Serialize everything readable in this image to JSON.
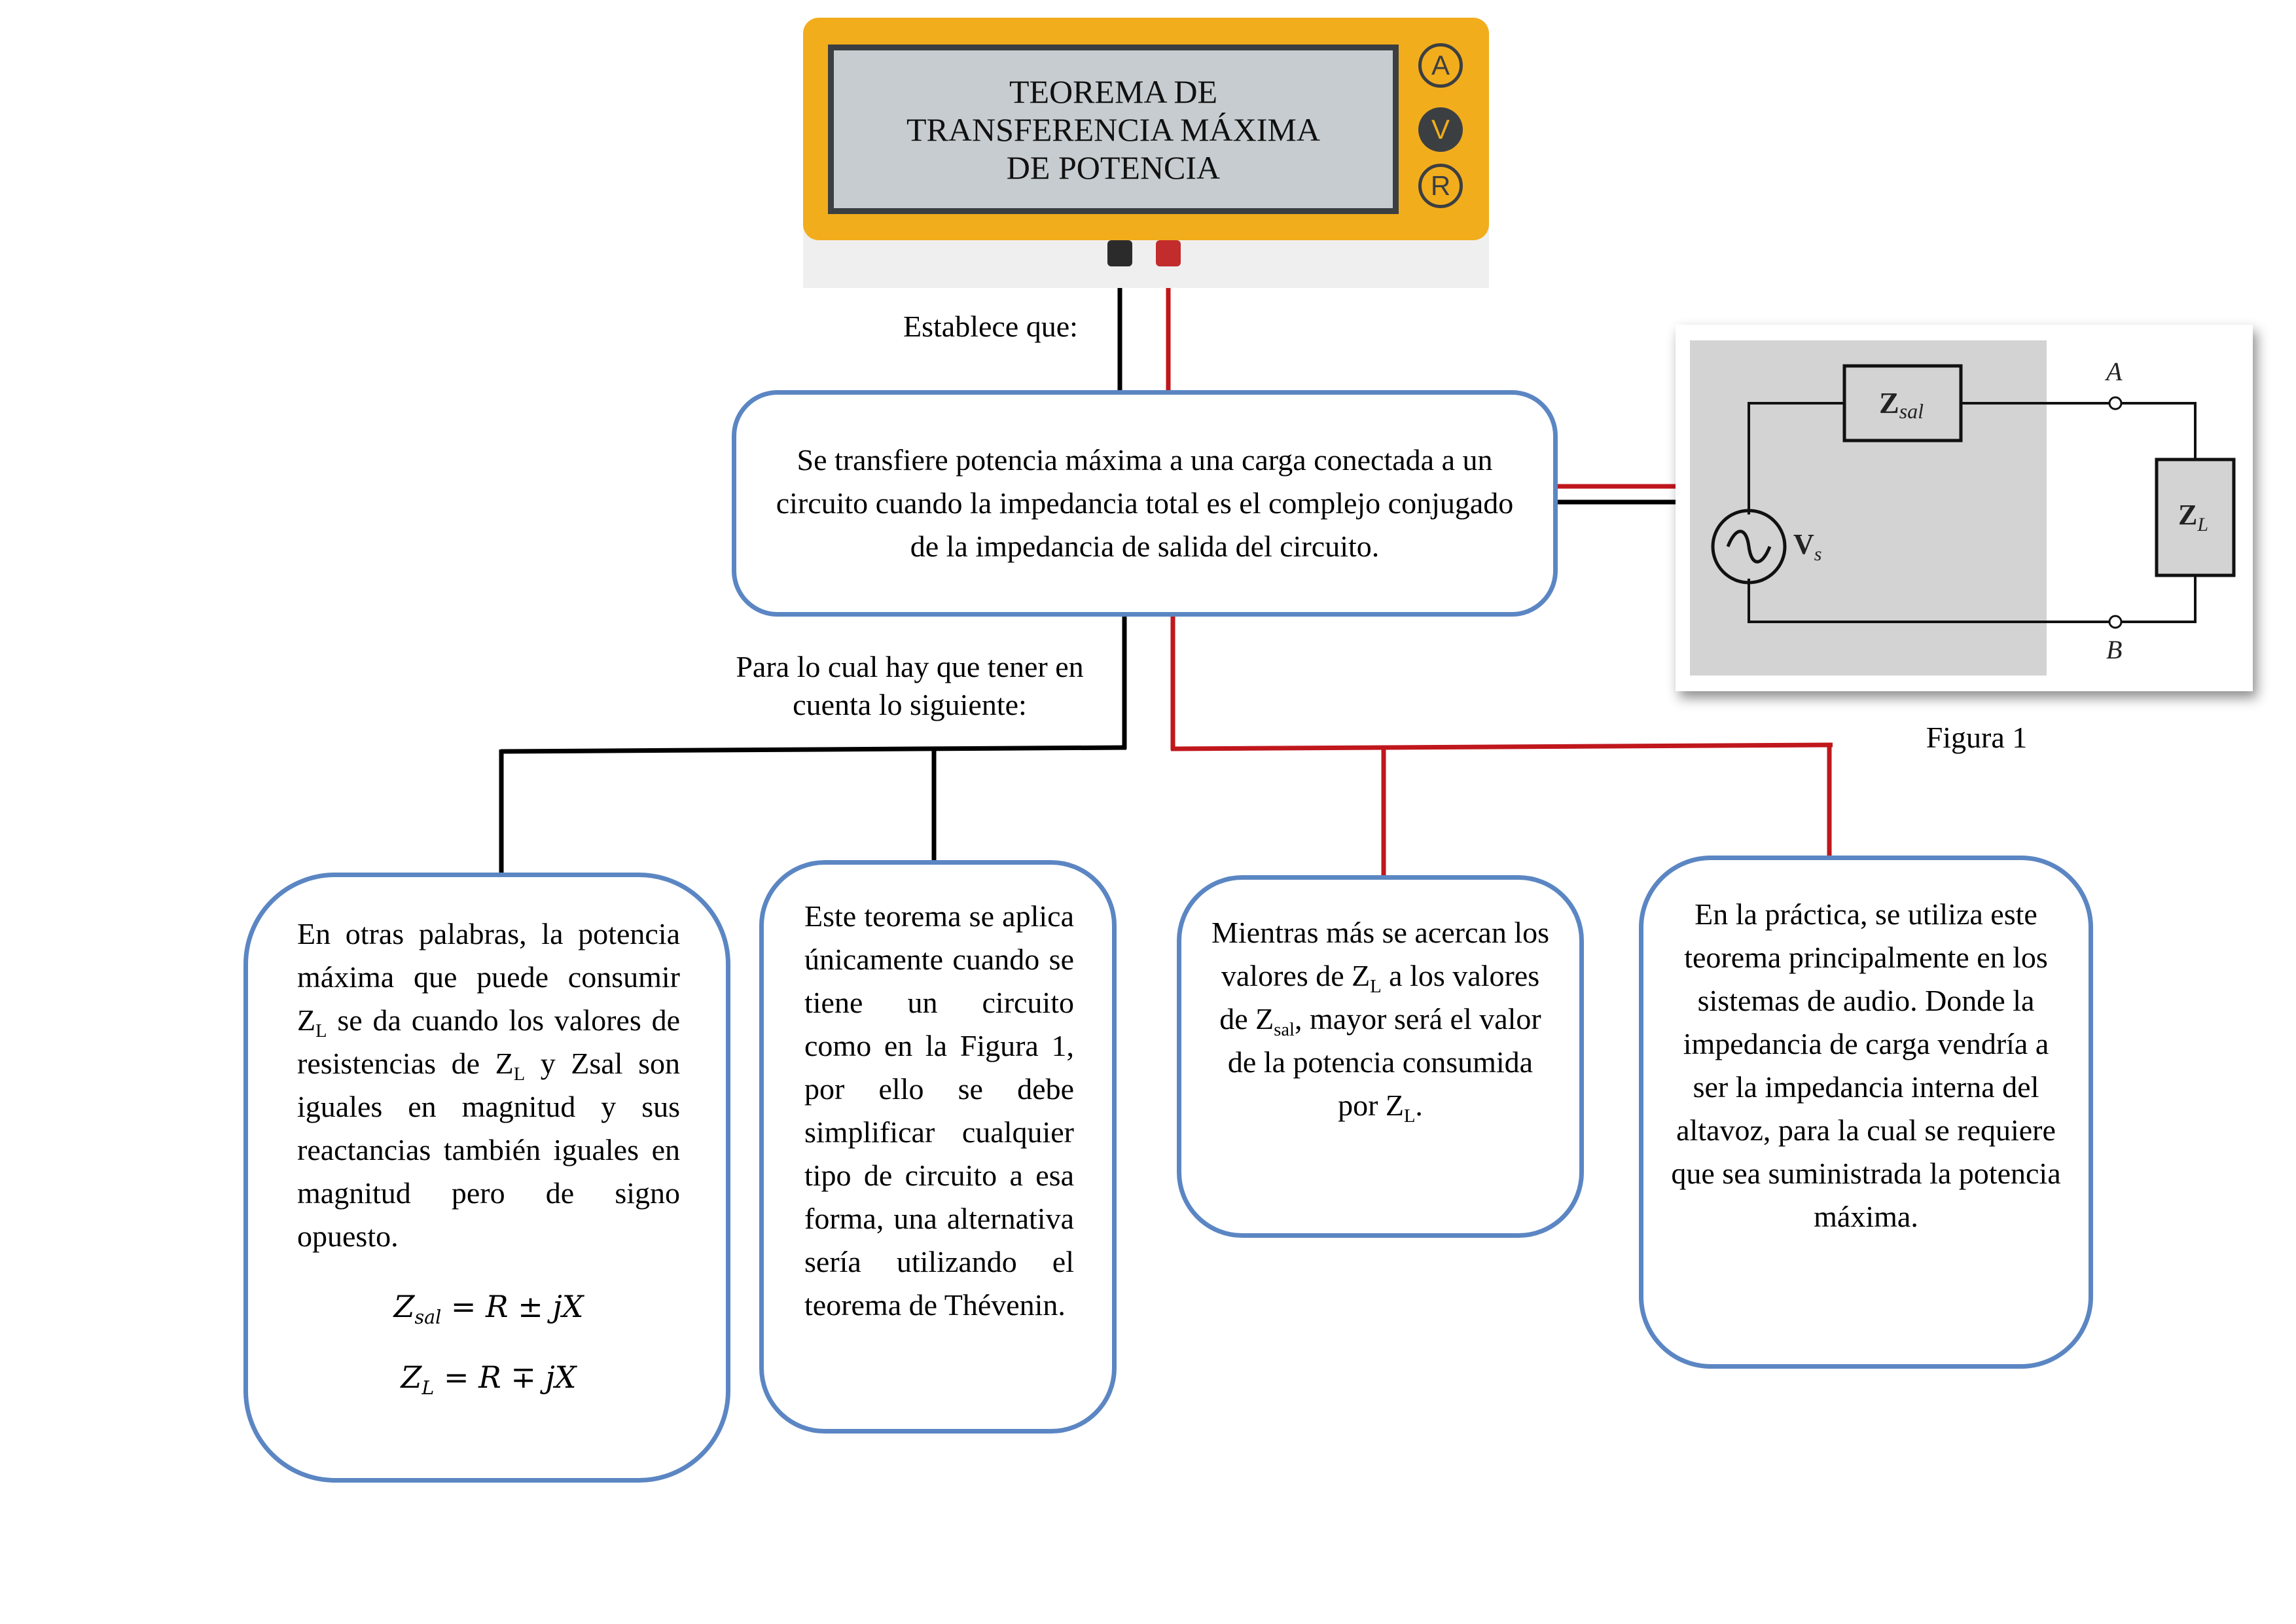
{
  "meter": {
    "title": "TEOREMA DE\nTRANSFERENCIA MÁXIMA\nDE POTENCIA",
    "buttons": [
      "A",
      "V",
      "R"
    ],
    "colors": {
      "body": "#f2ad1d",
      "screen": "#c6cccf",
      "probe_black": "#2b2b2b",
      "probe_red": "#c22c2c"
    }
  },
  "labels": {
    "establece": "Establece que:",
    "para_lo_cual": "Para lo cual hay que tener en cuenta lo siguiente:",
    "figura": "Figura 1"
  },
  "main_box": {
    "text": "Se transfiere potencia máxima a una carga conectada a un circuito cuando la impedancia total es el complejo conjugado de la impedancia de salida del circuito."
  },
  "box1": {
    "t1": "En otras palabras, la potencia máxima que puede consumir Z",
    "s1": "L",
    "t2": " se da cuando los valores de resistencias de Z",
    "s2": "L",
    "t3": " y Zsal son iguales en magnitud y sus reactancias también iguales en magnitud pero de signo opuesto.",
    "f1_base": "Z",
    "f1_sub": "sal",
    "f1_rest": " = R ± jX",
    "f2_base": "Z",
    "f2_sub": "L",
    "f2_rest": " = R ∓ jX"
  },
  "box2": {
    "text": "Este teorema se aplica únicamente cuando se tiene un circuito como en la Figura 1, por ello se debe simplificar cualquier tipo de circuito a esa forma, una alternativa sería utilizando el teorema de Thévenin."
  },
  "box3": {
    "t1": "Mientras más se acercan los valores de Z",
    "s1": "L",
    "t2": " a los valores de Z",
    "s2": "sal",
    "t3": ", mayor será el valor de la potencia consumida por Z",
    "s3": "L",
    "t4": "."
  },
  "box4": {
    "text": "En la práctica, se utiliza este teorema principalmente en los sistemas de audio. Donde la impedancia de carga vendría a ser la impedancia interna del altavoz, para la cual se requiere que sea suministrada la potencia máxima."
  },
  "figure": {
    "zsal_base": "Z",
    "zsal_sub": "sal",
    "vs_base": "V",
    "vs_sub": "s",
    "zl_base": "Z",
    "zl_sub": "L",
    "node_a": "A",
    "node_b": "B"
  },
  "colors": {
    "box_border": "#5b86c3",
    "wire_red": "#c0171d",
    "wire_black": "#000000"
  }
}
